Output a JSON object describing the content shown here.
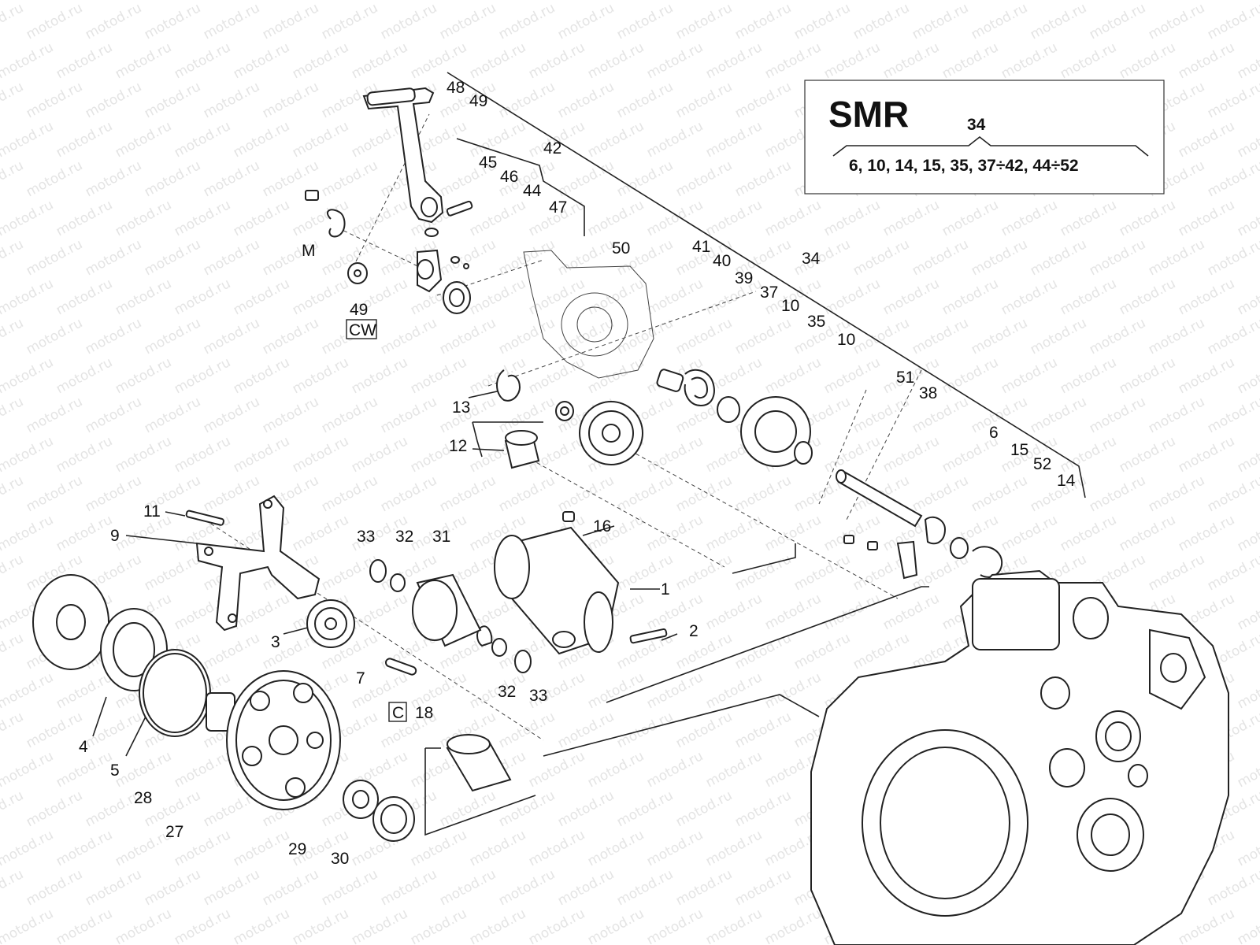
{
  "watermark": "motod.ru",
  "legend": {
    "model": "SMR",
    "group_number": "34",
    "group_members": "6, 10, 14, 15, 35, 37÷42, 44÷52"
  },
  "labels": {
    "p48": "48",
    "p49_top": "49",
    "p42": "42",
    "p45": "45",
    "p46": "46",
    "p44": "44",
    "p47": "47",
    "pM": "M",
    "p50": "50",
    "p49_cw": "49",
    "cw": "CW",
    "p41": "41",
    "p40": "40",
    "p39": "39",
    "p37": "37",
    "p10_a": "10",
    "p34": "34",
    "p35": "35",
    "p10_b": "10",
    "p51": "51",
    "p38": "38",
    "p6": "6",
    "p15": "15",
    "p52": "52",
    "p14": "14",
    "p13": "13",
    "p12": "12",
    "p11": "11",
    "p9": "9",
    "p33_a": "33",
    "p32_a": "32",
    "p31": "31",
    "p16": "16",
    "p1": "1",
    "p2": "2",
    "p3": "3",
    "p7": "7",
    "p32_b": "32",
    "p33_b": "33",
    "c": "C",
    "p18": "18",
    "p4": "4",
    "p5": "5",
    "p28": "28",
    "p27": "27",
    "p29": "29",
    "p30": "30"
  }
}
